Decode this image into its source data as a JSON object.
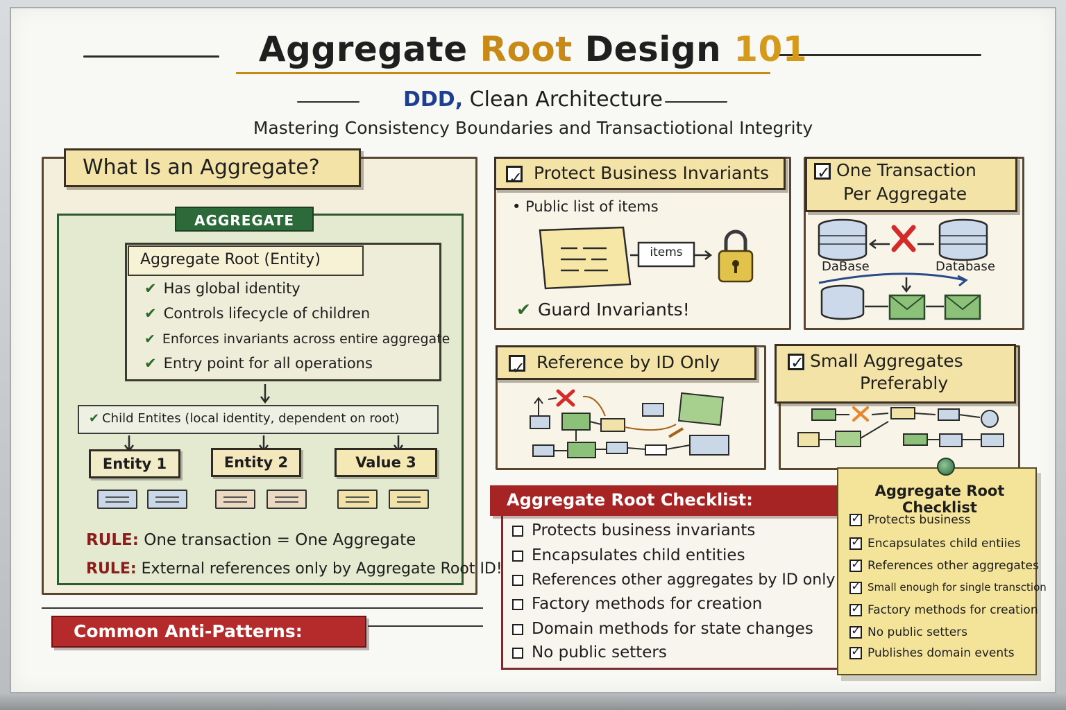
{
  "header": {
    "title_parts": [
      "Aggregate",
      "Root",
      "Design",
      "101"
    ],
    "subtitle_accent": "DDD,",
    "subtitle_rest": "Clean Architecture",
    "tagline": "Mastering Consistency Boundaries and Transactiotional Integrity"
  },
  "what_is": {
    "heading": "What Is an Aggregate?",
    "aggregate_tag": "AGGREGATE",
    "root_title": "Aggregate Root (Entity)",
    "root_items": [
      "Has global identity",
      "Controls lifecycle of children",
      "Enforces invariants across entire aggregate",
      "Entry point for all operations"
    ],
    "child_label": "Child Entites (local identity, dependent on root)",
    "entities": [
      "Entity 1",
      "Entity 2",
      "Value 3"
    ],
    "rules": [
      {
        "key": "RULE:",
        "text": "One transaction = One Aggregate"
      },
      {
        "key": "RULE:",
        "text": "External references only by Aggregate Root ID!"
      }
    ]
  },
  "anti_patterns": {
    "heading": "Common Anti-Patterns:"
  },
  "protect": {
    "heading": "Protect Business Invariants",
    "bullet": "Public list of items",
    "items_label": "items",
    "guard": "Guard Invariants!"
  },
  "one_tx": {
    "heading_line1": "One Transaction",
    "heading_line2": "Per Aggregate",
    "db_left": "DaBase",
    "db_right": "Database"
  },
  "ref_by_id": {
    "heading": "Reference by ID Only"
  },
  "small": {
    "heading_line1": "Small Aggregates",
    "heading_line2": "Preferably"
  },
  "checklist": {
    "heading": "Aggregate Root Checklist:",
    "items": [
      "Protects business invariants",
      "Encapsulates child entities",
      "References other aggregates by ID only",
      "Factory methods for creation",
      "Domain methods for state changes",
      "No public setters"
    ]
  },
  "sticky": {
    "title": "Aggregate Root Checklist",
    "items": [
      "Protects business",
      "Encapsulates child entiies",
      "References other aggregates",
      "Small enough for single transction",
      "Factory methods for creation",
      "No public setters",
      "Publishes domain events"
    ]
  },
  "colors": {
    "accent_gold": "#c78a16",
    "accent_blue": "#1e3f8f",
    "aggregate_green": "#2d6a39",
    "warning_red": "#b52a2a",
    "sticky_yellow": "#f4e49a"
  }
}
